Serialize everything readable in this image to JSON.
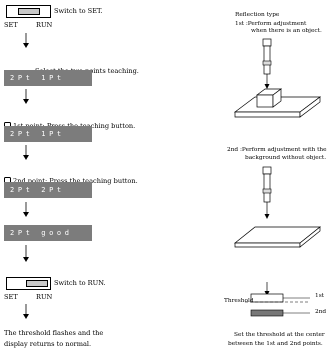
{
  "steps": {
    "switch_set_label": "Switch to SET.",
    "set_label": "SET",
    "run_label": "RUN",
    "select_label": "Select the two points teaching.",
    "lcd1": "2Pt 1Pt",
    "p1_label": "1st point: Press the teaching button.",
    "lcd2": "2Pt 1Pt",
    "p2_label": "2nd point: Press the teaching button.",
    "lcd3": "2Pt 2Pt",
    "lcd4": "2Pt good",
    "switch_run_label": "Switch to RUN.",
    "set_label2": "SET",
    "run_label2": "RUN",
    "final_line1": "The threshold flashes and the",
    "final_line2": "display returns to normal."
  },
  "side": {
    "title": "Reflection type",
    "first_line1": "1st :Perform adjustment",
    "first_line2": "when there is an object.",
    "second_line1": "2nd :Perform adjustment with the",
    "second_line2": "background without object.",
    "threshold_label": "Threshold",
    "label_1st": "1st",
    "label_2nd": "2nd",
    "bottom_line1": "Set the threshold at the center",
    "bottom_line2": "between the 1st and 2nd points."
  },
  "colors": {
    "lcd_bg": "#7c7c7c",
    "knob": "#c8c8c8"
  }
}
